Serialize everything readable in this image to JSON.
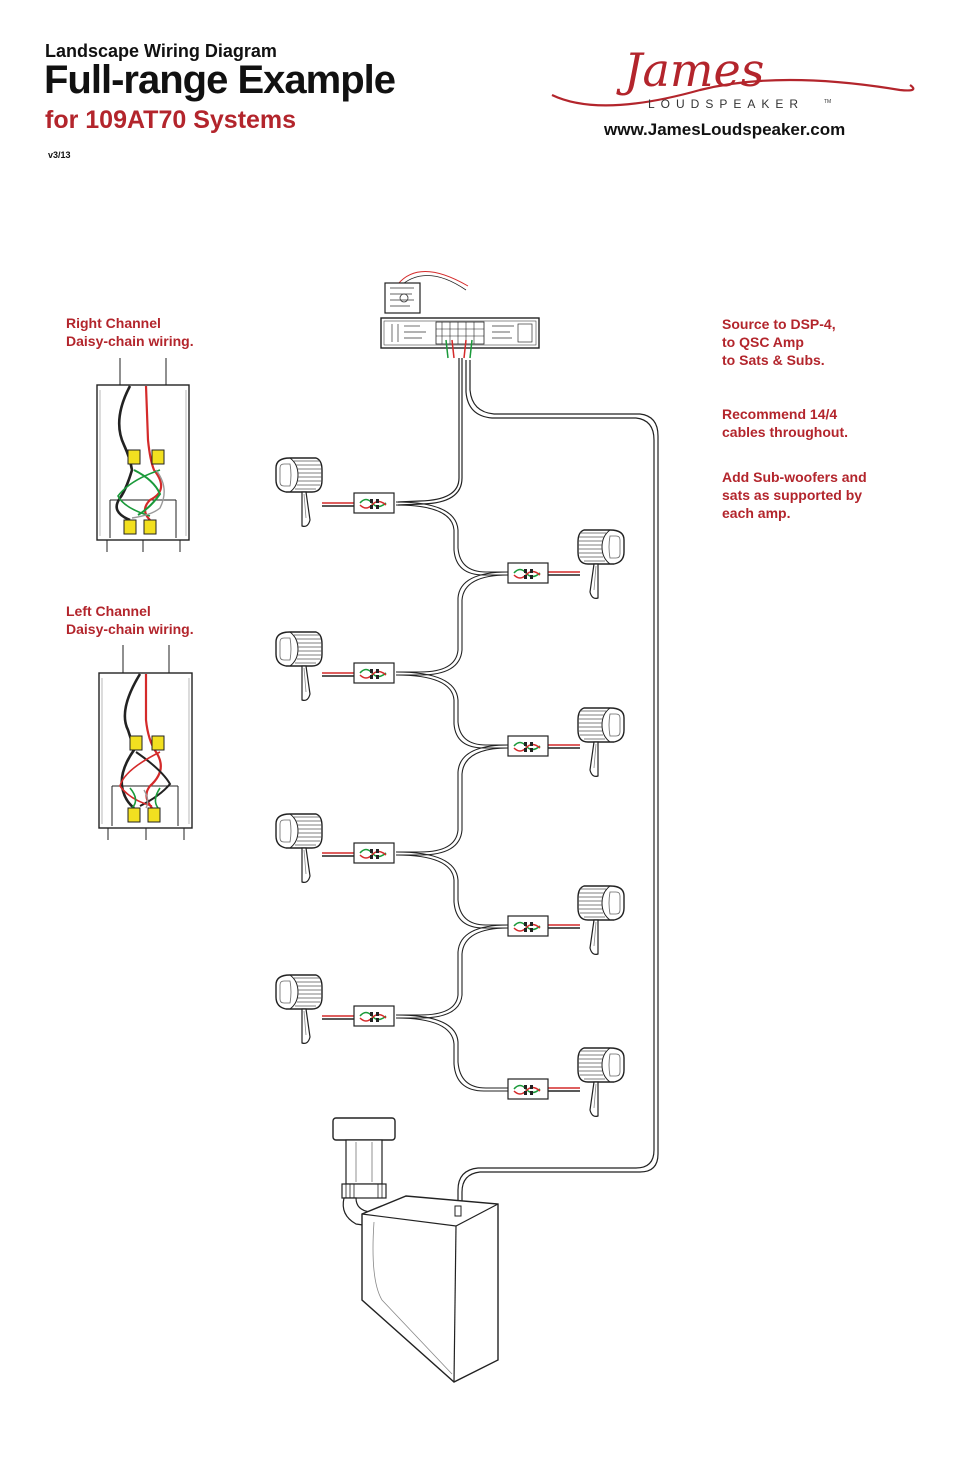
{
  "header": {
    "subtitle": "Landscape Wiring Diagram",
    "title": "Full-range Example",
    "title_line2": "for 109AT70 Systems",
    "version": "v3/13"
  },
  "brand": {
    "logo_script": "James",
    "logo_sub": "LOUDSPEAKER",
    "trademark": "TM",
    "url": "www.JamesLoudspeaker.com"
  },
  "notes": {
    "right_channel": [
      "Right Channel",
      "Daisy-chain wiring."
    ],
    "left_channel": [
      "Left Channel",
      "Daisy-chain wiring."
    ],
    "signal_path": [
      "Source to DSP-4,",
      "to QSC Amp",
      "to Sats & Subs."
    ],
    "cable": [
      "Recommend 14/4",
      "cables throughout."
    ],
    "expand": [
      "Add Sub-woofers and",
      "sats as supported by",
      "each amp."
    ]
  },
  "colors": {
    "accent": "#b3252c",
    "wire_red": "#d42a2a",
    "wire_green": "#1a9a3a",
    "line": "#222222"
  },
  "icons": {
    "speaker": "satellite-speaker-icon",
    "junction": "junction-box-icon",
    "amp": "amplifier-icon",
    "dsp": "dsp-unit-icon",
    "sub": "subwoofer-icon"
  }
}
